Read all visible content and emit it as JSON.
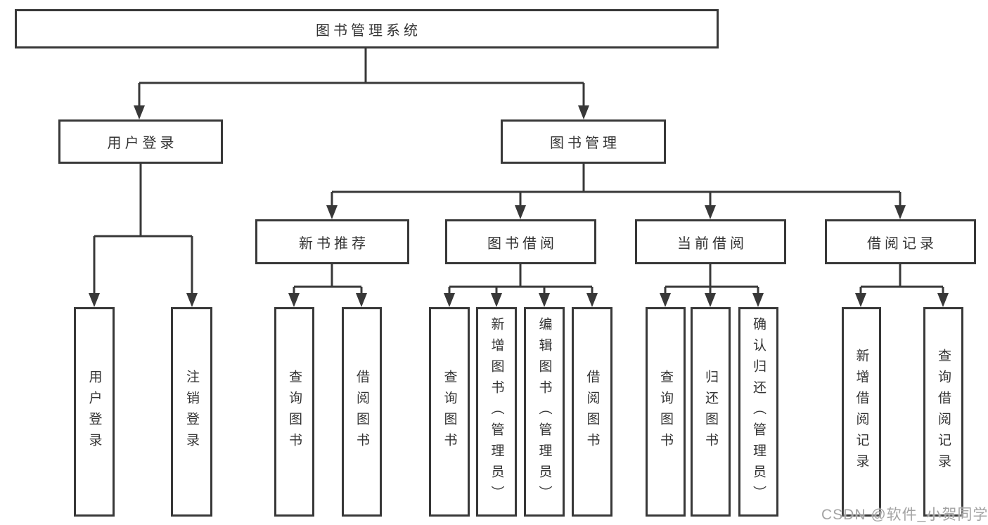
{
  "diagram": {
    "title": "图书管理系统",
    "root": {
      "label": "图书管理系统"
    },
    "branches": [
      {
        "label": "用户登录",
        "children": [
          {
            "label": "用户登录"
          },
          {
            "label": "注销登录"
          }
        ]
      },
      {
        "label": "图书管理",
        "groups": [
          {
            "label": "新书推荐",
            "children": [
              {
                "label": "查询图书"
              },
              {
                "label": "借阅图书"
              }
            ]
          },
          {
            "label": "图书借阅",
            "children": [
              {
                "label": "查询图书"
              },
              {
                "label": "新增图书（管理员）"
              },
              {
                "label": "编辑图书（管理员）"
              },
              {
                "label": "借阅图书"
              }
            ]
          },
          {
            "label": "当前借阅",
            "children": [
              {
                "label": "查询图书"
              },
              {
                "label": "归还图书"
              },
              {
                "label": "确认归还（管理员）"
              }
            ]
          },
          {
            "label": "借阅记录",
            "children": [
              {
                "label": "新增借阅记录"
              },
              {
                "label": "查询借阅记录"
              }
            ]
          }
        ]
      }
    ],
    "watermark": "CSDN @软件_小贺同学",
    "colors": {
      "line": "#383838",
      "text": "#333333",
      "watermark": "#a3a3a3",
      "background": "#ffffff"
    }
  }
}
